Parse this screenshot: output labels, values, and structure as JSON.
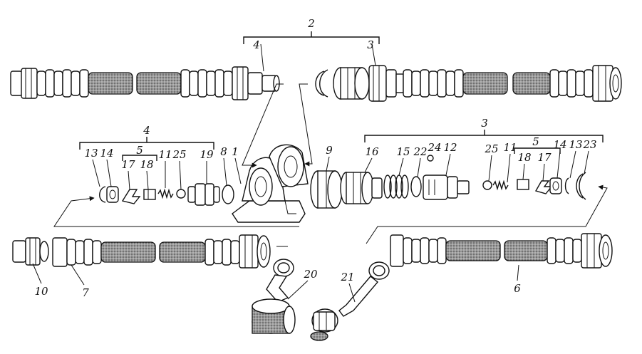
{
  "callouts": {
    "group_top_2": "2",
    "top_4": "4",
    "top_3": "3",
    "left_group_4": "4",
    "left_sub_5": "5",
    "left_13": "13",
    "left_14": "14",
    "left_17": "17",
    "left_18": "18",
    "left_11": "11",
    "left_25": "25",
    "left_19": "19",
    "left_8": "8",
    "left_1": "1",
    "mid_9": "9",
    "right_group_3": "3",
    "right_16": "16",
    "right_15": "15",
    "right_22": "22",
    "right_24": "24",
    "right_12": "12",
    "right_25": "25",
    "right_11": "11",
    "right_sub_5": "5",
    "right_18": "18",
    "right_17": "17",
    "right_14": "14",
    "right_13": "13",
    "right_23": "23",
    "bottom_10": "10",
    "bottom_7": "7",
    "bottom_6": "6",
    "bottom_20": "20",
    "bottom_21": "21"
  },
  "colors": {
    "ink": "#111111",
    "paper": "#ffffff"
  }
}
